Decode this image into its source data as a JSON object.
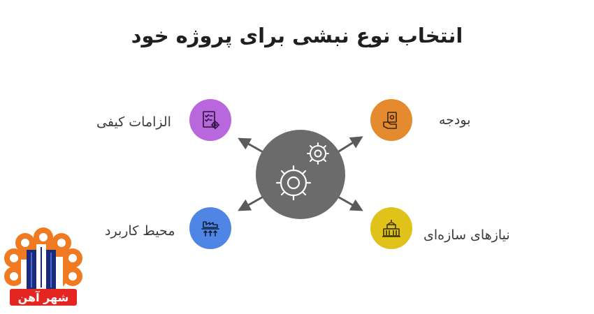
{
  "title": "انتخاب نوع نبشی برای پروژه خود",
  "items": {
    "budget": {
      "label": "بودجه",
      "color": "#e58a2f",
      "icon": "money-hand-icon"
    },
    "structural": {
      "label": "نیازهای سازه‌ای",
      "color": "#e0c21a",
      "icon": "building-icon"
    },
    "environment": {
      "label": "محیط کاربرد",
      "color": "#4f86e6",
      "icon": "factory-icon"
    },
    "quality": {
      "label": "الزامات کیفی",
      "color": "#b867dd",
      "icon": "checklist-gear-icon"
    }
  },
  "hub": {
    "color": "#6b6b6b",
    "icon": "gears-icon"
  },
  "logo": {
    "text": "شهر آهن"
  }
}
